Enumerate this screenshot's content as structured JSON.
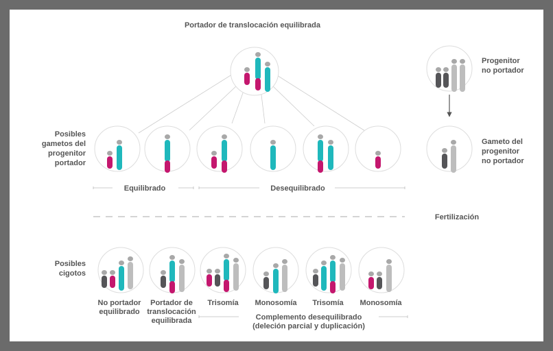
{
  "colors": {
    "magenta": "#c4176e",
    "teal": "#1fb8bc",
    "dark": "#555558",
    "gray": "#bdbdbd",
    "text": "#555555",
    "frame": "#6b6b6b"
  },
  "title": "Portador de translocación equilibrada",
  "parent": {
    "label_1": "Progenitor",
    "label_2": "no portador"
  },
  "parent_gamete": {
    "label_1": "Gameto del",
    "label_2": "progenitor",
    "label_3": "no portador"
  },
  "carrier_gametes": {
    "label_1": "Posibles",
    "label_2": "gametos del",
    "label_3": "progenitor",
    "label_4": "portador"
  },
  "balanced_label": "Equilibrado",
  "unbalanced_label": "Desequilibrado",
  "fertilization_label": "Fertilización",
  "zygotes": {
    "label_1": "Posibles",
    "label_2": "cigotos"
  },
  "outcomes": {
    "a": {
      "line_1": "No portador",
      "line_2": "equilibrado"
    },
    "b": {
      "line_1": "Portador de",
      "line_2": "translocación",
      "line_3": "equilibrada"
    },
    "c": "Trisomía",
    "d": "Monosomía",
    "e": "Trisomía",
    "f": "Monosomía"
  },
  "complement": {
    "line_1": "Complemento desequilibrado",
    "line_2": "(deleción parcial y duplicación)"
  }
}
